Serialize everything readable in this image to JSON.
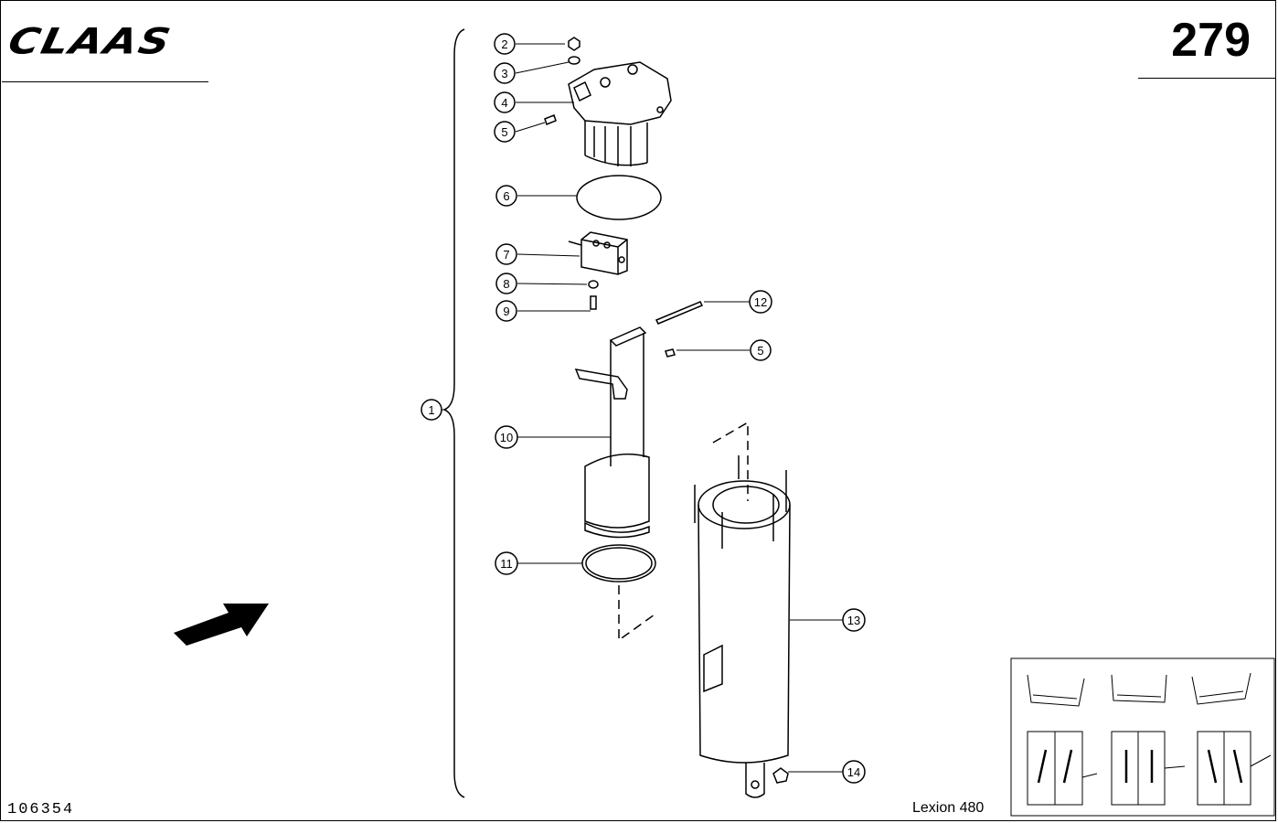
{
  "header": {
    "brand": "CLAAS",
    "page_number": "279"
  },
  "footer": {
    "document_id": "106354",
    "model": "Lexion 480"
  },
  "callouts": [
    "1",
    "2",
    "3",
    "4",
    "5",
    "6",
    "7",
    "8",
    "9",
    "10",
    "11",
    "12",
    "5",
    "13",
    "14"
  ]
}
